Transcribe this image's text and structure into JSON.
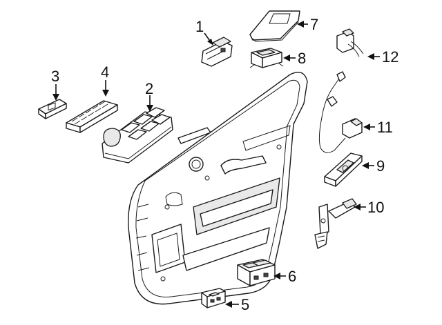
{
  "callouts": [
    {
      "id": "1",
      "label": "1"
    },
    {
      "id": "2",
      "label": "2"
    },
    {
      "id": "3",
      "label": "3"
    },
    {
      "id": "4",
      "label": "4"
    },
    {
      "id": "5",
      "label": "5"
    },
    {
      "id": "6",
      "label": "6"
    },
    {
      "id": "7",
      "label": "7"
    },
    {
      "id": "8",
      "label": "8"
    },
    {
      "id": "9",
      "label": "9"
    },
    {
      "id": "10",
      "label": "10"
    },
    {
      "id": "11",
      "label": "11"
    },
    {
      "id": "12",
      "label": "12"
    }
  ],
  "colors": {
    "line": "#1a1a1a",
    "fill": "#ffffff",
    "shade": "#e9e9e9"
  }
}
